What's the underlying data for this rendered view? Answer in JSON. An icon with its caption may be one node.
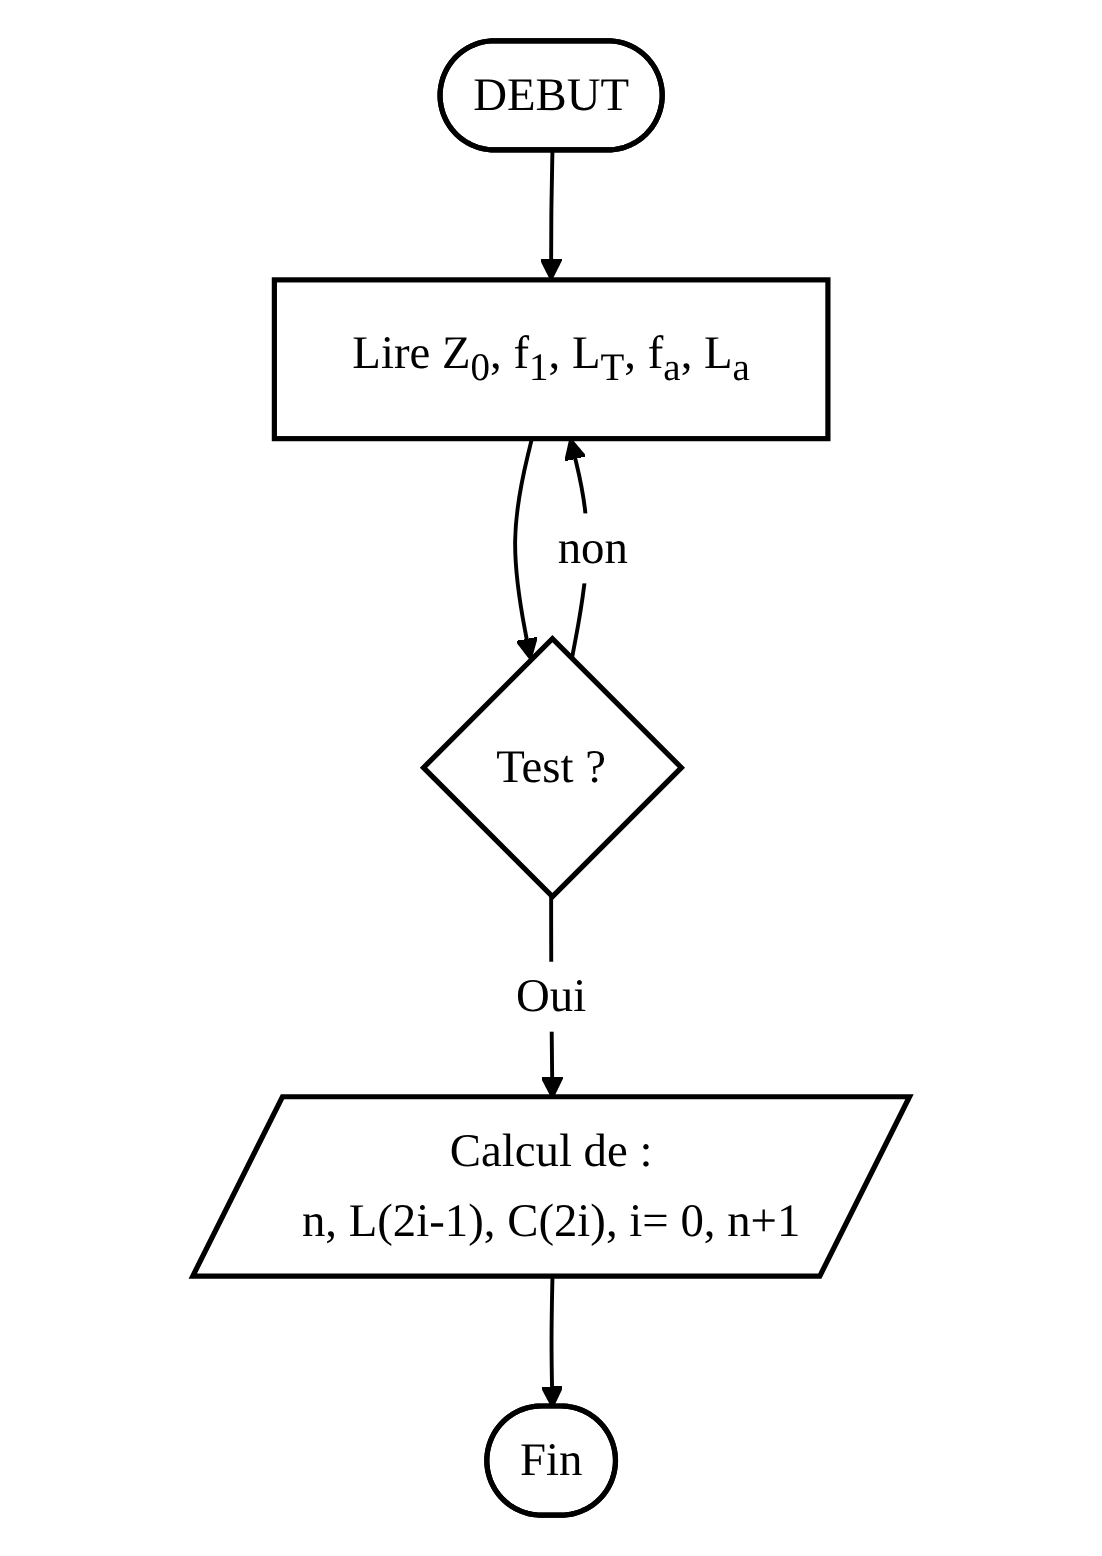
{
  "diagram": {
    "nodes": [
      {
        "text": [
          "DEBUT"
        ]
      },
      {
        "text": [
          "Lire Z$_{0}$, f$_{1}$, L$_{T}$, f$_{a}$, L$_{a}$"
        ]
      },
      {
        "text": [
          "Test ?"
        ]
      },
      {
        "text": [
          "Calcul de :",
          "n, L(2i-1), C(2i), i= 0, n+1"
        ]
      },
      {
        "text": [
          "Fin"
        ]
      }
    ],
    "edges": [
      {
        "from": 0,
        "to": 1,
        "arrow": "to"
      },
      {
        "from": 1,
        "to": 2,
        "arrow": "to"
      },
      {
        "from": 2,
        "to": 1,
        "arrow": "to",
        "label": "non"
      },
      {
        "from": 2,
        "to": 3,
        "arrow": "to",
        "label": "Oui"
      },
      {
        "from": 3,
        "to": 4,
        "arrow": "to"
      }
    ]
  }
}
